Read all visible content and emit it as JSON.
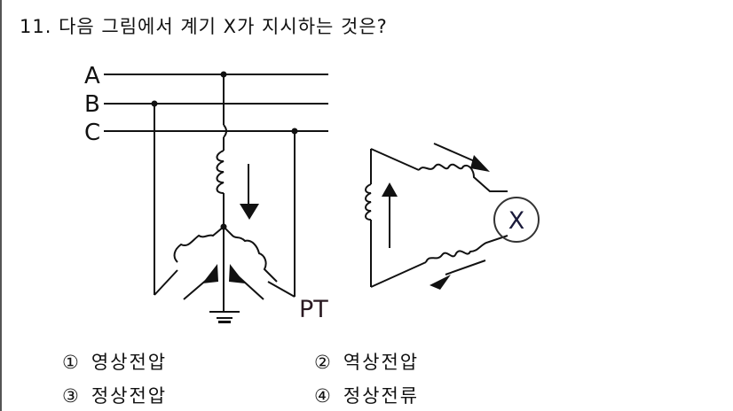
{
  "question": {
    "number": "11.",
    "text": "다음 그림에서 계기 X가 지시하는 것은?"
  },
  "figure": {
    "line_labels": [
      "A",
      "B",
      "C"
    ],
    "transformer_label": "PT",
    "meter_label": "X"
  },
  "choices": [
    {
      "num": "①",
      "text": "영상전압"
    },
    {
      "num": "②",
      "text": "역상전압"
    },
    {
      "num": "③",
      "text": "정상전압"
    },
    {
      "num": "④",
      "text": "정상전류"
    }
  ]
}
